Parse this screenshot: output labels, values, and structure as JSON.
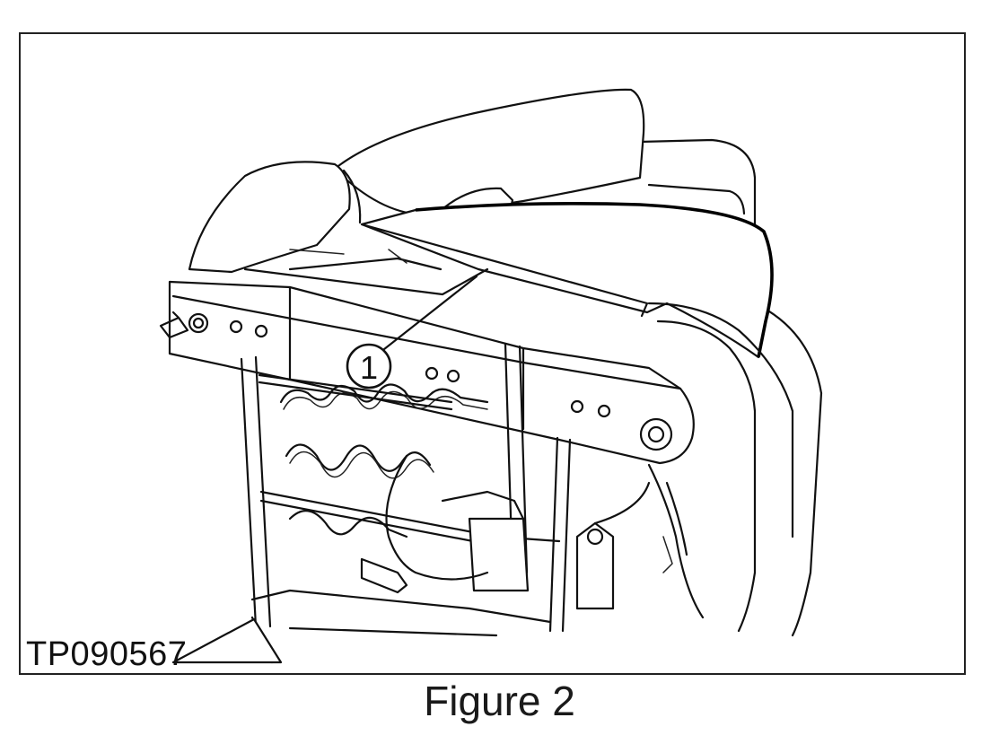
{
  "figure": {
    "id_label": "TP090567",
    "caption": "Figure 2",
    "callouts": [
      {
        "number": "1"
      }
    ]
  }
}
